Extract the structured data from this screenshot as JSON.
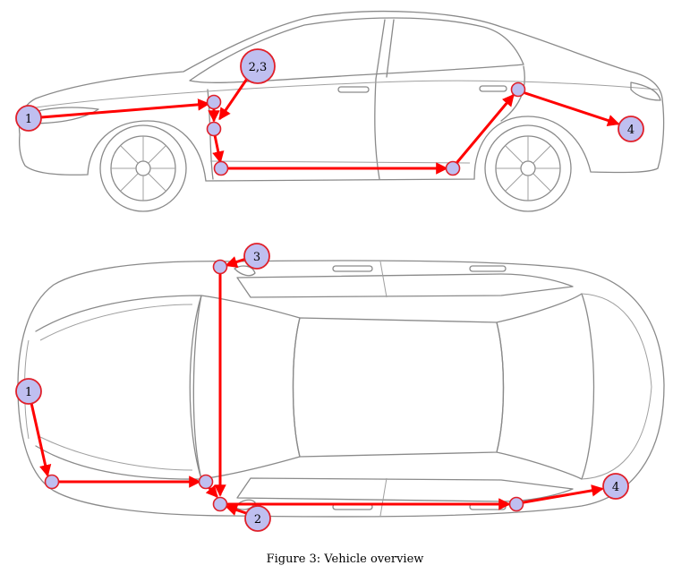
{
  "caption": "Figure 3: Vehicle overview",
  "colors": {
    "path": "#ff0000",
    "node_fill": "#bfbff0",
    "node_stroke": "#e0202a",
    "car_outline": "#8a8a8a"
  },
  "side_view": {
    "labels": [
      "1",
      "2,3",
      "4"
    ]
  },
  "top_view": {
    "labels": [
      "1",
      "2",
      "3",
      "4"
    ]
  }
}
